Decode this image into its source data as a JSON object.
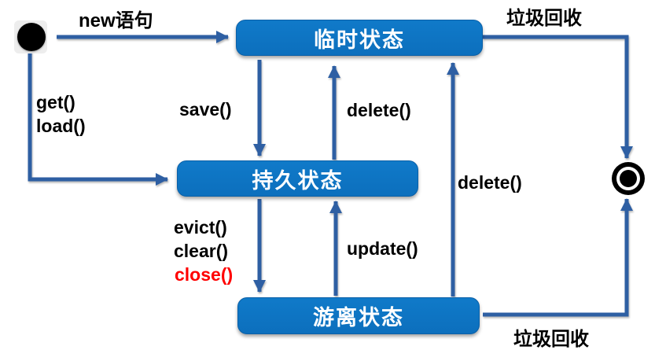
{
  "diagram": {
    "type": "state-transition-diagram",
    "nodes": {
      "initial": {
        "kind": "initial-state"
      },
      "transient": {
        "label": "临时状态"
      },
      "persistent": {
        "label": "持久状态"
      },
      "detached": {
        "label": "游离状态"
      },
      "final": {
        "kind": "final-state"
      }
    },
    "edges": {
      "new_statement": {
        "label": "new语句",
        "from": "initial",
        "to": "transient"
      },
      "get": {
        "label": "get()",
        "from": "initial",
        "to": "persistent"
      },
      "load": {
        "label": "load()",
        "from": "initial",
        "to": "persistent"
      },
      "save": {
        "label": "save()",
        "from": "transient",
        "to": "persistent"
      },
      "delete_mid": {
        "label": "delete()",
        "from": "persistent",
        "to": "transient"
      },
      "delete_long": {
        "label": "delete()",
        "from": "detached",
        "to": "transient"
      },
      "evict": {
        "label": "evict()",
        "from": "persistent",
        "to": "detached"
      },
      "clear": {
        "label": "clear()",
        "from": "persistent",
        "to": "detached"
      },
      "close": {
        "label": "close()",
        "from": "persistent",
        "to": "detached"
      },
      "update": {
        "label": "update()",
        "from": "detached",
        "to": "persistent"
      },
      "gc_top": {
        "label": "垃圾回收",
        "from": "transient",
        "to": "final"
      },
      "gc_bottom": {
        "label": "垃圾回收",
        "from": "detached",
        "to": "final"
      }
    },
    "colors": {
      "node_fill": "#0d72c2",
      "node_text": "#ffffff",
      "arrow": "#2e5fa3",
      "label_text": "#000000",
      "close_highlight": "#ff0000"
    }
  }
}
